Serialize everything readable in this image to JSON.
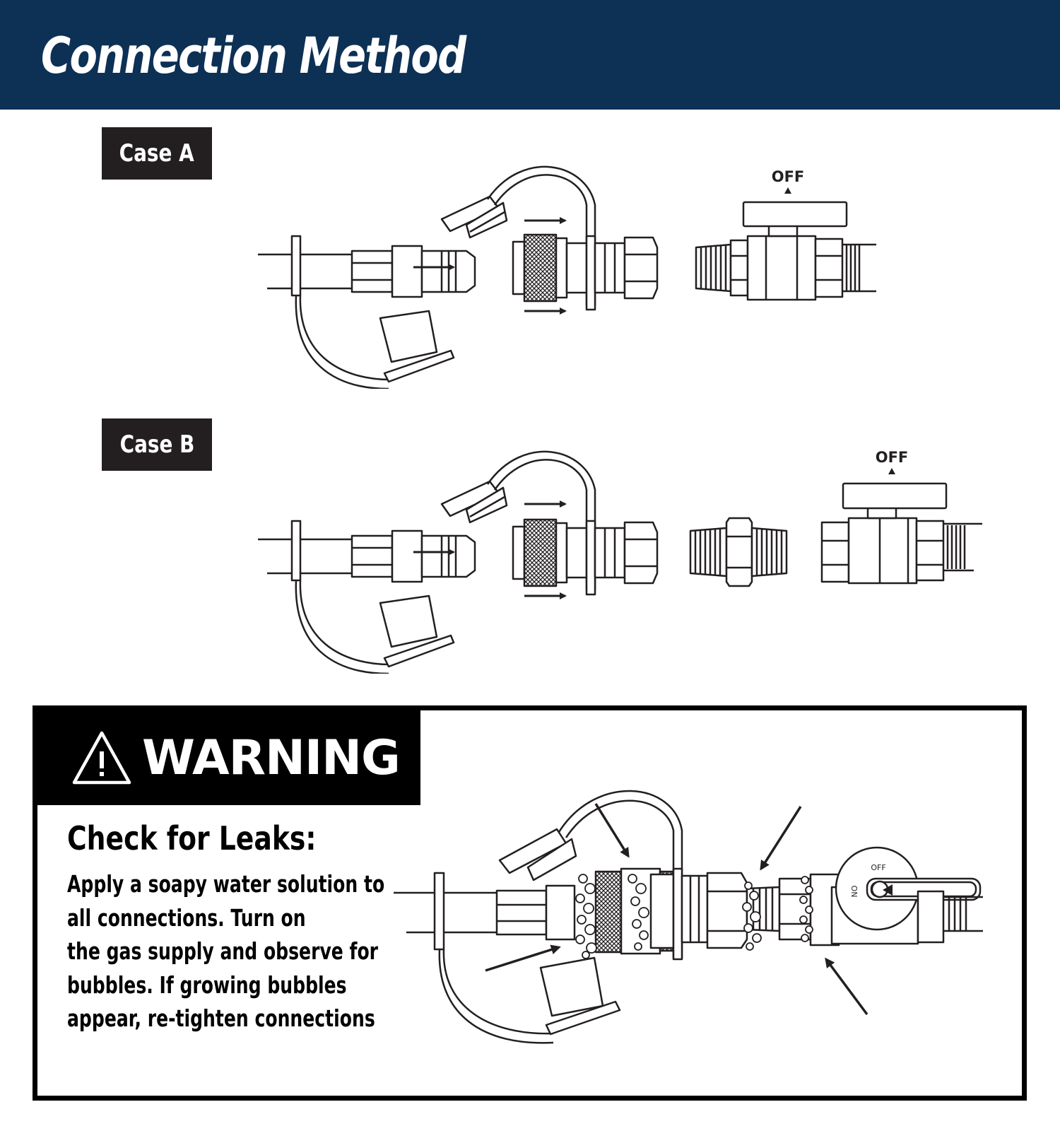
{
  "header": {
    "title": "Connection Method"
  },
  "case_a": {
    "label": "Case A",
    "valve_label": "OFF"
  },
  "case_b": {
    "label": "Case B",
    "valve_label": "OFF"
  },
  "warning": {
    "title": "WARNING",
    "subtitle": "Check for Leaks:",
    "lines": [
      "Apply a soapy water solution to",
      "all connections. Turn on",
      "the gas supply and observe for",
      "bubbles. If growing bubbles",
      "appear, re-tighten connections"
    ],
    "valve_off_label": "OFF",
    "valve_on_label": "ON"
  },
  "colors": {
    "header_bg": "#0d3055",
    "label_bg": "#231f20",
    "line": "#231f20"
  }
}
